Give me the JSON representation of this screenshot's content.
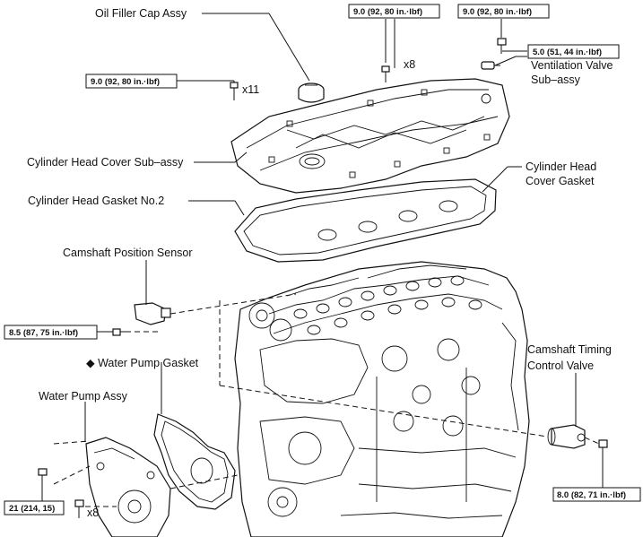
{
  "labels": {
    "oil_filler_cap": "Oil Filler Cap Assy",
    "cyl_head_cover": "Cylinder Head Cover Sub–assy",
    "cyl_head_gasket2": "Cylinder Head Gasket No.2",
    "cyl_head_cover_gasket_1": "Cylinder Head",
    "cyl_head_cover_gasket_2": "Cover Gasket",
    "vent_valve_1": "Ventilation Valve",
    "vent_valve_2": "Sub–assy",
    "cam_pos_sensor": "Camshaft Position Sensor",
    "water_pump_gasket": "◆ Water Pump Gasket",
    "water_pump_assy": "Water Pump Assy",
    "cam_timing_1": "Camshaft Timing",
    "cam_timing_2": "Control Valve"
  },
  "torques": {
    "head_cover_bolts_top": "9.0 (92, 80 in.·lbf)",
    "vent_side_bolt": "9.0 (92, 80 in.·lbf)",
    "vent_valve": "5.0 (51, 44 in.·lbf)",
    "left_bolts": "9.0 (92, 80 in.·lbf)",
    "cam_sensor_bolt": "8.5 (87, 75 in.·lbf)",
    "timing_valve_bolt": "8.0 (82, 71 in.·lbf)",
    "water_pump_bolt": "21 (214, 15)"
  },
  "quantities": {
    "top_bolts": "x8",
    "left_bolts": "x11",
    "water_pump_bolts": "x8"
  }
}
